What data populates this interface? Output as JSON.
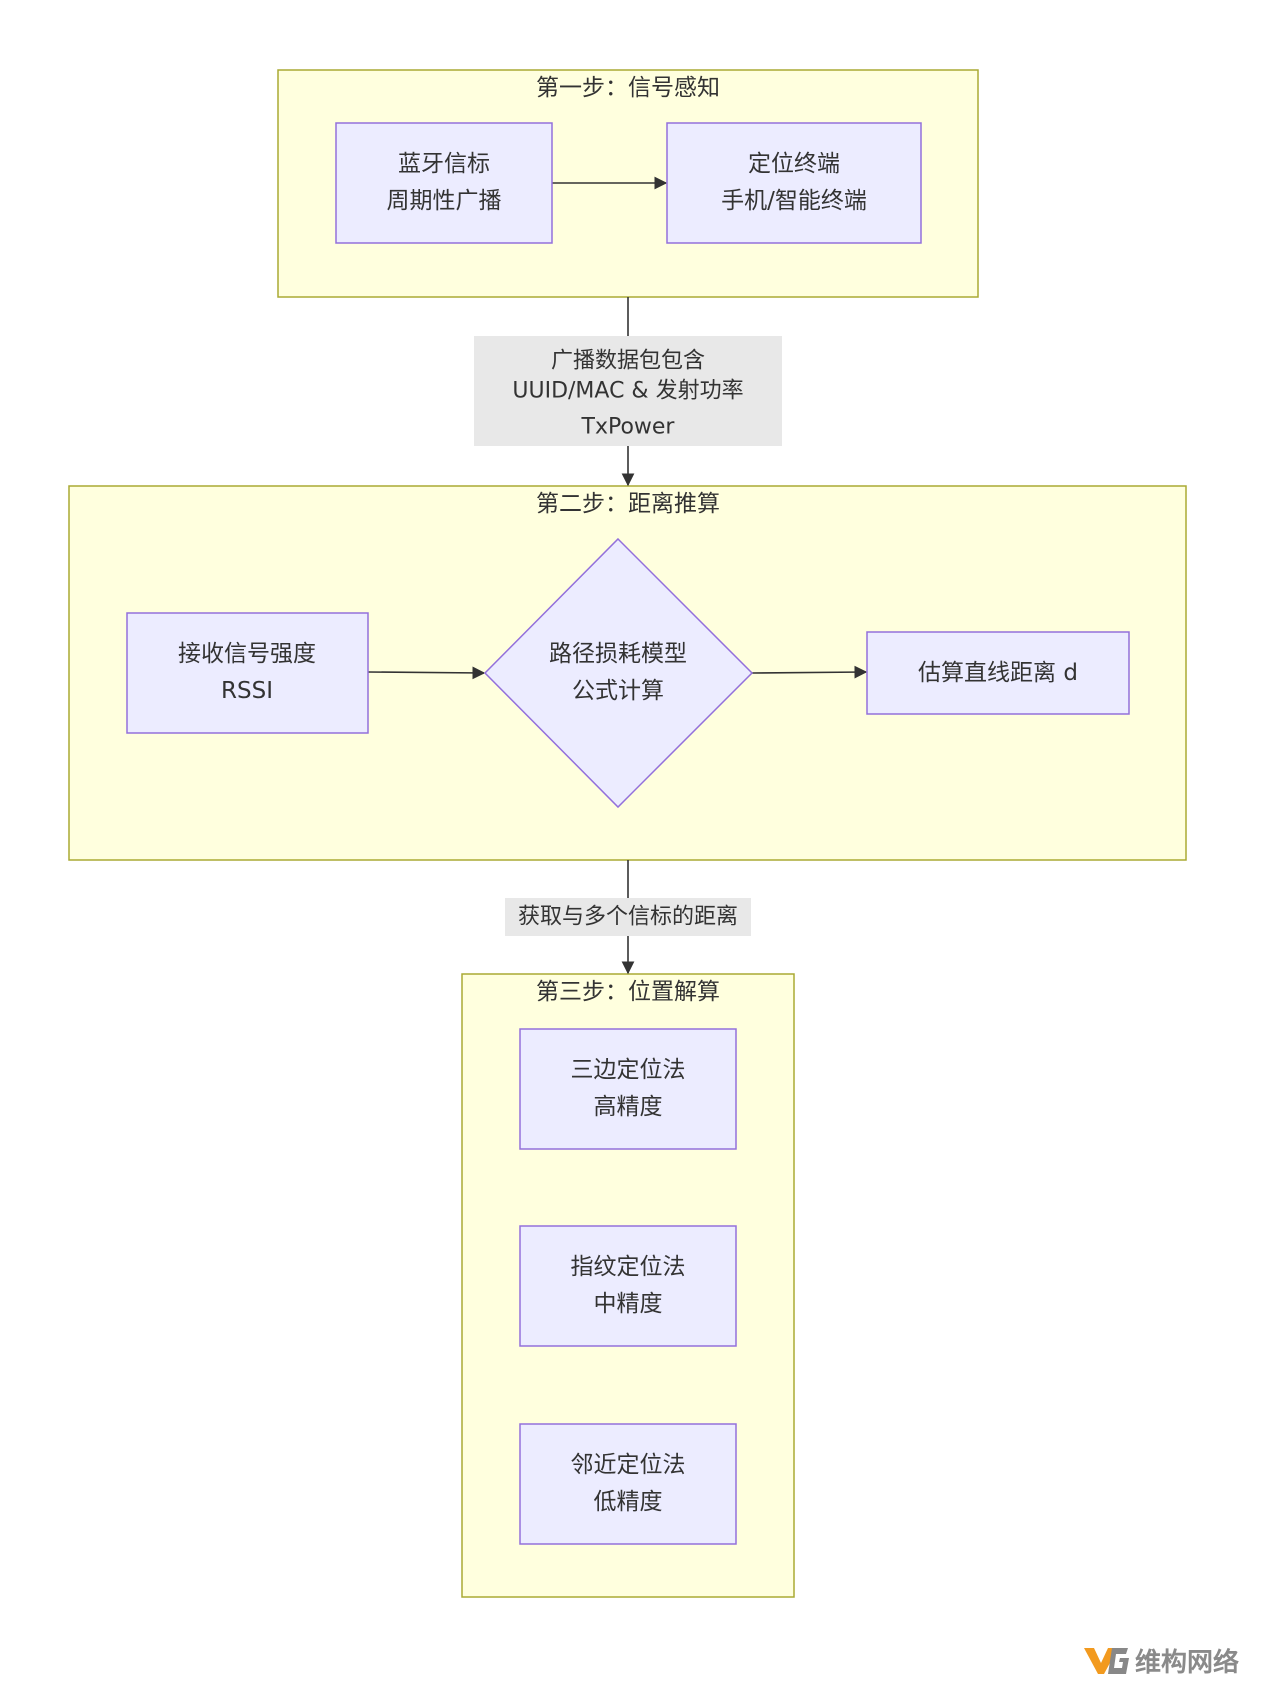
{
  "clusters": {
    "step1": "第一步：信号感知",
    "step2": "第二步：距离推算",
    "step3": "第三步：位置解算"
  },
  "nodes": {
    "beacon": [
      "蓝牙信标",
      "周期性广播"
    ],
    "terminal": [
      "定位终端",
      "手机/智能终端"
    ],
    "rssi": [
      "接收信号强度",
      "RSSI"
    ],
    "model": [
      "路径损耗模型",
      "公式计算"
    ],
    "distance": [
      "估算直线距离 d"
    ],
    "trilateration": [
      "三边定位法",
      "高精度"
    ],
    "fingerprint": [
      "指纹定位法",
      "中精度"
    ],
    "proximity": [
      "邻近定位法",
      "低精度"
    ]
  },
  "edges": {
    "packet": [
      "广播数据包包含",
      "UUID/MAC & 发射功率",
      "TxPower"
    ],
    "multi": [
      "获取与多个信标的距离"
    ]
  },
  "watermark": "维构网络"
}
